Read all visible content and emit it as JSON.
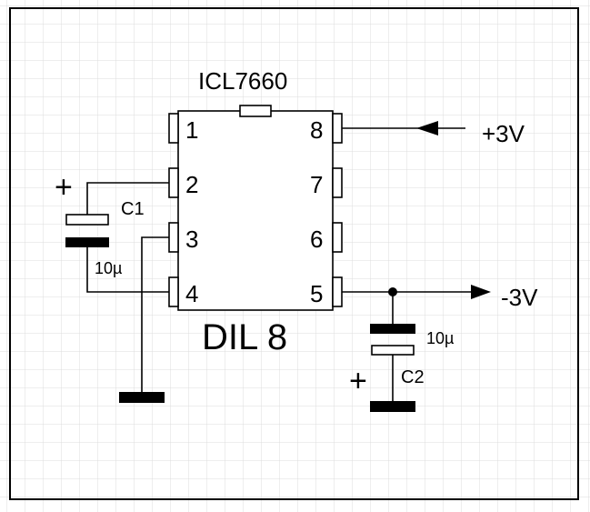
{
  "chip": {
    "name": "ICL7660",
    "package": "DIL 8",
    "pins": {
      "p1": "1",
      "p2": "2",
      "p3": "3",
      "p4": "4",
      "p5": "5",
      "p6": "6",
      "p7": "7",
      "p8": "8"
    }
  },
  "capacitors": {
    "c1": {
      "ref": "C1",
      "value": "10µ",
      "polarity": "+"
    },
    "c2": {
      "ref": "C2",
      "value": "10µ",
      "polarity": "+"
    }
  },
  "supply": {
    "input": "+3V",
    "output": "-3V"
  },
  "colors": {
    "background": "#ffffff",
    "grid": "#dcdcdc",
    "ink": "#000000"
  }
}
